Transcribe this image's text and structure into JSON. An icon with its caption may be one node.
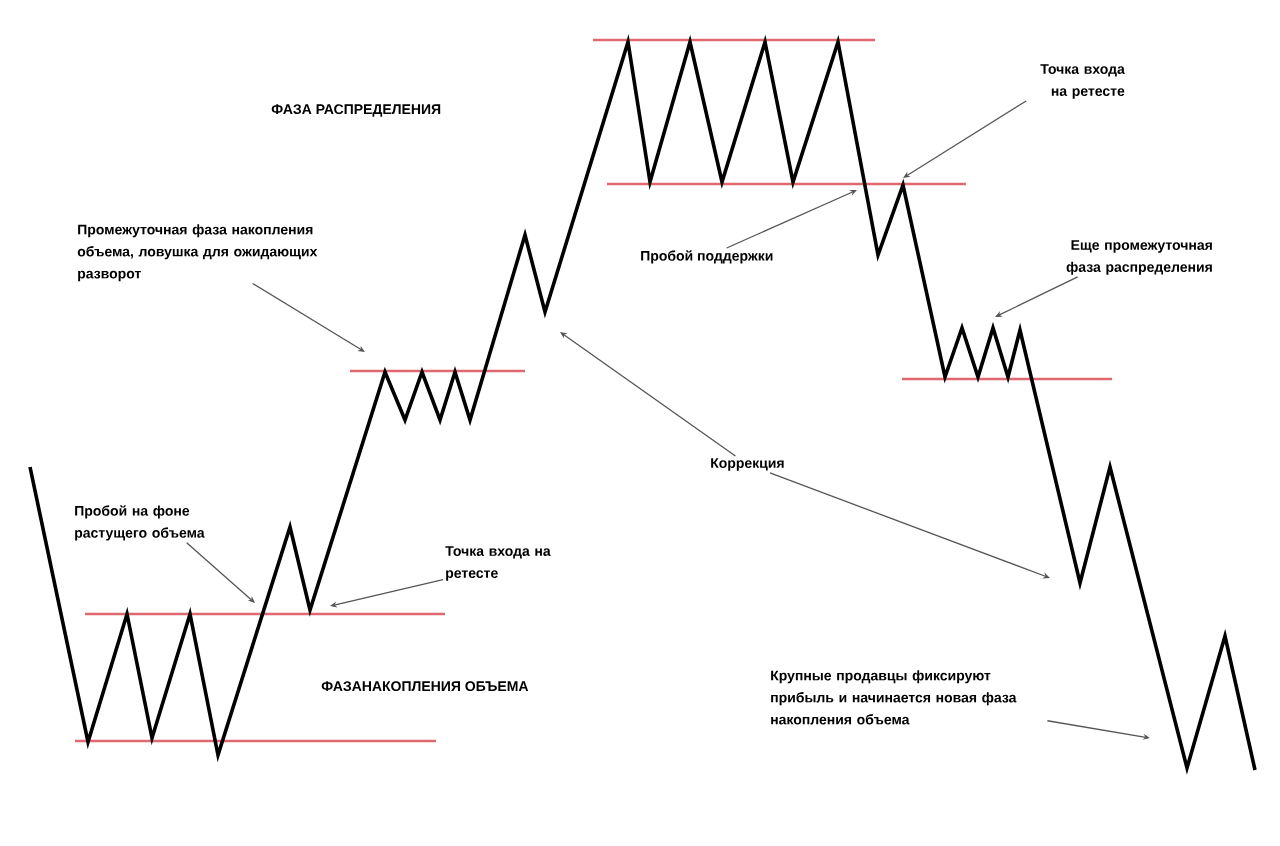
{
  "diagram": {
    "nodes": [
      {
        "text": [
          "Промежуточная фаза накопления объема, ловушка для ожидающих разворот"
        ]
      },
      {
        "text": [
          "Пробой на фоне растущего объема"
        ]
      },
      {
        "text": [
          "Точка входа на ретесте"
        ]
      },
      {
        "text": [
          "Пробой поддержки"
        ]
      },
      {
        "text": [
          "Точка входа на ретесте"
        ]
      },
      {
        "text": [
          "Еще промежуточная фаза распределения"
        ]
      },
      {
        "text": [
          "Коррекция"
        ]
      },
      {
        "text": [
          "Крупные продавцы фиксируют прибыль и начинается новая фаза накопления объема"
        ]
      }
    ],
    "edges": [
      {
        "from": 0,
        "to": null,
        "arrow": "to"
      },
      {
        "from": 1,
        "to": null,
        "arrow": "to"
      },
      {
        "from": 2,
        "to": null,
        "arrow": "to"
      },
      {
        "from": 3,
        "to": null,
        "arrow": "to"
      },
      {
        "from": 4,
        "to": null,
        "arrow": "to"
      },
      {
        "from": 5,
        "to": null,
        "arrow": "to"
      },
      {
        "from": 6,
        "to": null,
        "arrow": "to"
      },
      {
        "from": 6,
        "to": null,
        "arrow": "to"
      },
      {
        "from": 7,
        "to": null,
        "arrow": "to"
      }
    ],
    "labels": [
      "ФАЗА РАСПРЕДЕЛЕНИЯ",
      "ФАЗАНАКОПЛЕНИЯ ОБЪЕМА"
    ]
  }
}
